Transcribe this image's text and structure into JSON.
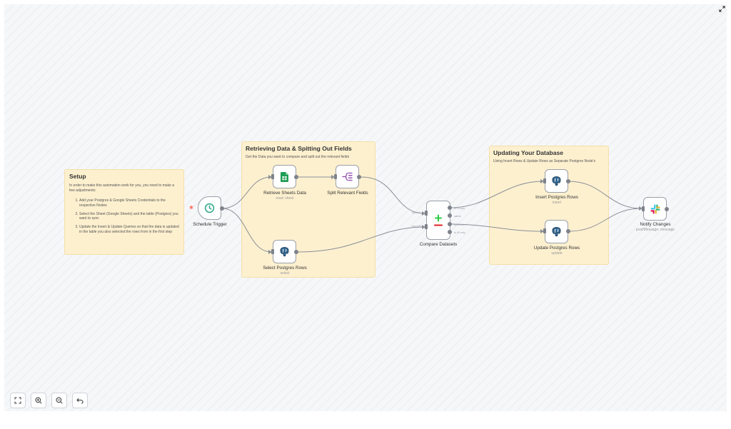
{
  "notes": {
    "setup": {
      "title": "Setup",
      "intro": "In order to make this automation work for you, you need to make a few adjustments:",
      "steps": [
        "Add your Postgres & Google Sheets Credentials to the respective Nodes",
        "Select the Sheet (Google Sheets) and the table (Postgres) you want to sync",
        "Update the Insert & Update Queries so that the data is updated in the table you also selected the rows from in the first step"
      ]
    },
    "retrieving": {
      "title": "Retrieving Data & Spitting Out Fields",
      "subtitle": "Get the Data you want to compare and split out the relevant fields"
    },
    "updating": {
      "title": "Updating Your Database",
      "subtitle": "Using Insert Rows & Update Rows as Separate Postgres Node's"
    }
  },
  "nodes": {
    "schedule": {
      "label": "Schedule Trigger",
      "icon": "clock-icon"
    },
    "sheets": {
      "label": "Retrieve Sheets Data",
      "sub": "read: sheet",
      "icon": "google-sheets-icon"
    },
    "split": {
      "label": "Split Relevant Fields",
      "icon": "split-out-icon"
    },
    "select": {
      "label": "Select Postgres Rows",
      "sub": "select",
      "icon": "postgres-icon"
    },
    "compare": {
      "label": "Compare Datasets",
      "icon": "compare-icon",
      "inputs": [
        "Input A",
        "Input B"
      ],
      "outputs": [
        "In A only",
        "same",
        "different",
        "In B only"
      ]
    },
    "insert": {
      "label": "Insert Postgres Rows",
      "sub": "insert",
      "icon": "postgres-icon"
    },
    "update": {
      "label": "Update Postgres Rows",
      "sub": "update",
      "icon": "postgres-icon"
    },
    "notify": {
      "label": "Notify Changes",
      "sub": "post/Message: message",
      "icon": "slack-icon"
    }
  },
  "controls": {
    "fit": "fit-view-icon",
    "zoom_in": "zoom-in-icon",
    "zoom_out": "zoom-out-icon",
    "reset": "undo-icon",
    "fullscreen": "expand-icon"
  },
  "colors": {
    "sticky_bg": "#fdf0cf",
    "edge": "#8a8f97",
    "trigger_accent": "#2fa88a",
    "sheets_green": "#1f9d55",
    "split_purple": "#8e44ad",
    "postgres_blue": "#336791"
  }
}
